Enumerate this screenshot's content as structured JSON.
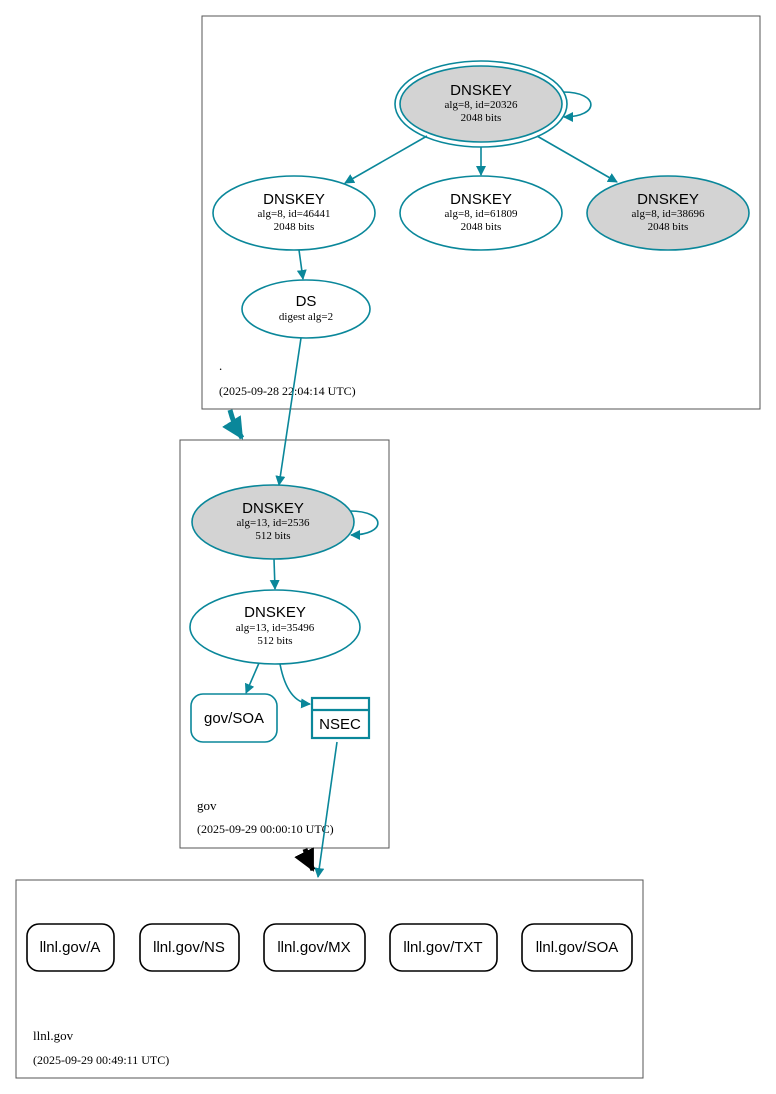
{
  "colors": {
    "edge": "#0a879a",
    "secure_entry_fill": "#d3d3d3",
    "zone_border": "#555555",
    "delegation_insecure": "#000000",
    "rrset_border_insecure": "#000000",
    "background": "#ffffff"
  },
  "zones": {
    "root": {
      "name": ".",
      "timestamp": "(2025-09-28 22:04:14 UTC)"
    },
    "gov": {
      "name": "gov",
      "timestamp": "(2025-09-29 00:00:10 UTC)"
    },
    "llnl": {
      "name": "llnl.gov",
      "timestamp": "(2025-09-29 00:49:11 UTC)"
    }
  },
  "nodes": {
    "root_ksk": {
      "title": "DNSKEY",
      "line1": "alg=8, id=20326",
      "line2": "2048 bits"
    },
    "root_zsk_1": {
      "title": "DNSKEY",
      "line1": "alg=8, id=46441",
      "line2": "2048 bits"
    },
    "root_zsk_2": {
      "title": "DNSKEY",
      "line1": "alg=8, id=61809",
      "line2": "2048 bits"
    },
    "root_ksk_2": {
      "title": "DNSKEY",
      "line1": "alg=8, id=38696",
      "line2": "2048 bits"
    },
    "gov_ds": {
      "title": "DS",
      "line1": "digest alg=2"
    },
    "gov_ksk": {
      "title": "DNSKEY",
      "line1": "alg=13, id=2536",
      "line2": "512 bits"
    },
    "gov_zsk": {
      "title": "DNSKEY",
      "line1": "alg=13, id=35496",
      "line2": "512 bits"
    },
    "gov_soa": {
      "label": "gov/SOA"
    },
    "gov_nsec": {
      "label": "NSEC"
    },
    "llnl_a": {
      "label": "llnl.gov/A"
    },
    "llnl_ns": {
      "label": "llnl.gov/NS"
    },
    "llnl_mx": {
      "label": "llnl.gov/MX"
    },
    "llnl_txt": {
      "label": "llnl.gov/TXT"
    },
    "llnl_soa": {
      "label": "llnl.gov/SOA"
    }
  }
}
